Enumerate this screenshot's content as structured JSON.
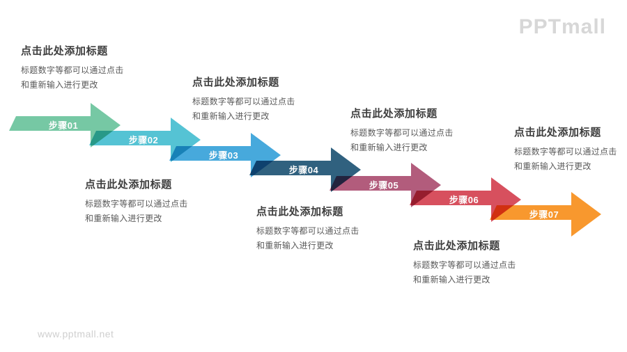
{
  "page": {
    "background": "#ffffff"
  },
  "logo": {
    "text": "PPTmall",
    "color": "#d7d7d7"
  },
  "watermark": {
    "text": "www.pptmall.net",
    "color": "#cfcfcf"
  },
  "placeholder": {
    "title": "点击此处添加标题",
    "body_line1": "标题数字等都可以通过点击",
    "body_line2": "和重新输入进行更改"
  },
  "steps": [
    {
      "label": "步骤01",
      "color": "#76C8A4",
      "text_position": "above"
    },
    {
      "label": "步骤02",
      "color": "#55C3D4",
      "text_position": "below"
    },
    {
      "label": "步骤03",
      "color": "#47A9DC",
      "text_position": "above"
    },
    {
      "label": "步骤04",
      "color": "#30617F",
      "text_position": "below"
    },
    {
      "label": "步骤05",
      "color": "#B25C7C",
      "text_position": "above"
    },
    {
      "label": "步骤06",
      "color": "#D7505E",
      "text_position": "below"
    },
    {
      "label": "步骤07",
      "color": "#F8982E",
      "text_position": "above"
    }
  ]
}
